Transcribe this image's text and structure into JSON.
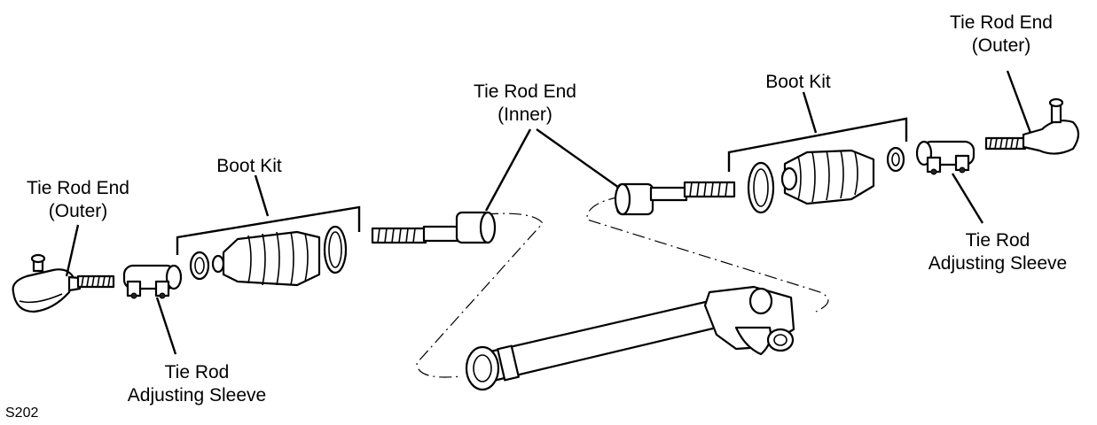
{
  "labels": {
    "left_outer_line1": "Tie Rod End",
    "left_outer_line2": "(Outer)",
    "left_boot": "Boot Kit",
    "inner_line1": "Tie Rod End",
    "inner_line2": "(Inner)",
    "right_boot": "Boot Kit",
    "right_outer_line1": "Tie Rod End",
    "right_outer_line2": "(Outer)",
    "right_sleeve_line1": "Tie Rod",
    "right_sleeve_line2": "Adjusting Sleeve",
    "left_sleeve_line1": "Tie Rod",
    "left_sleeve_line2": "Adjusting Sleeve",
    "figure_code": "S202"
  }
}
